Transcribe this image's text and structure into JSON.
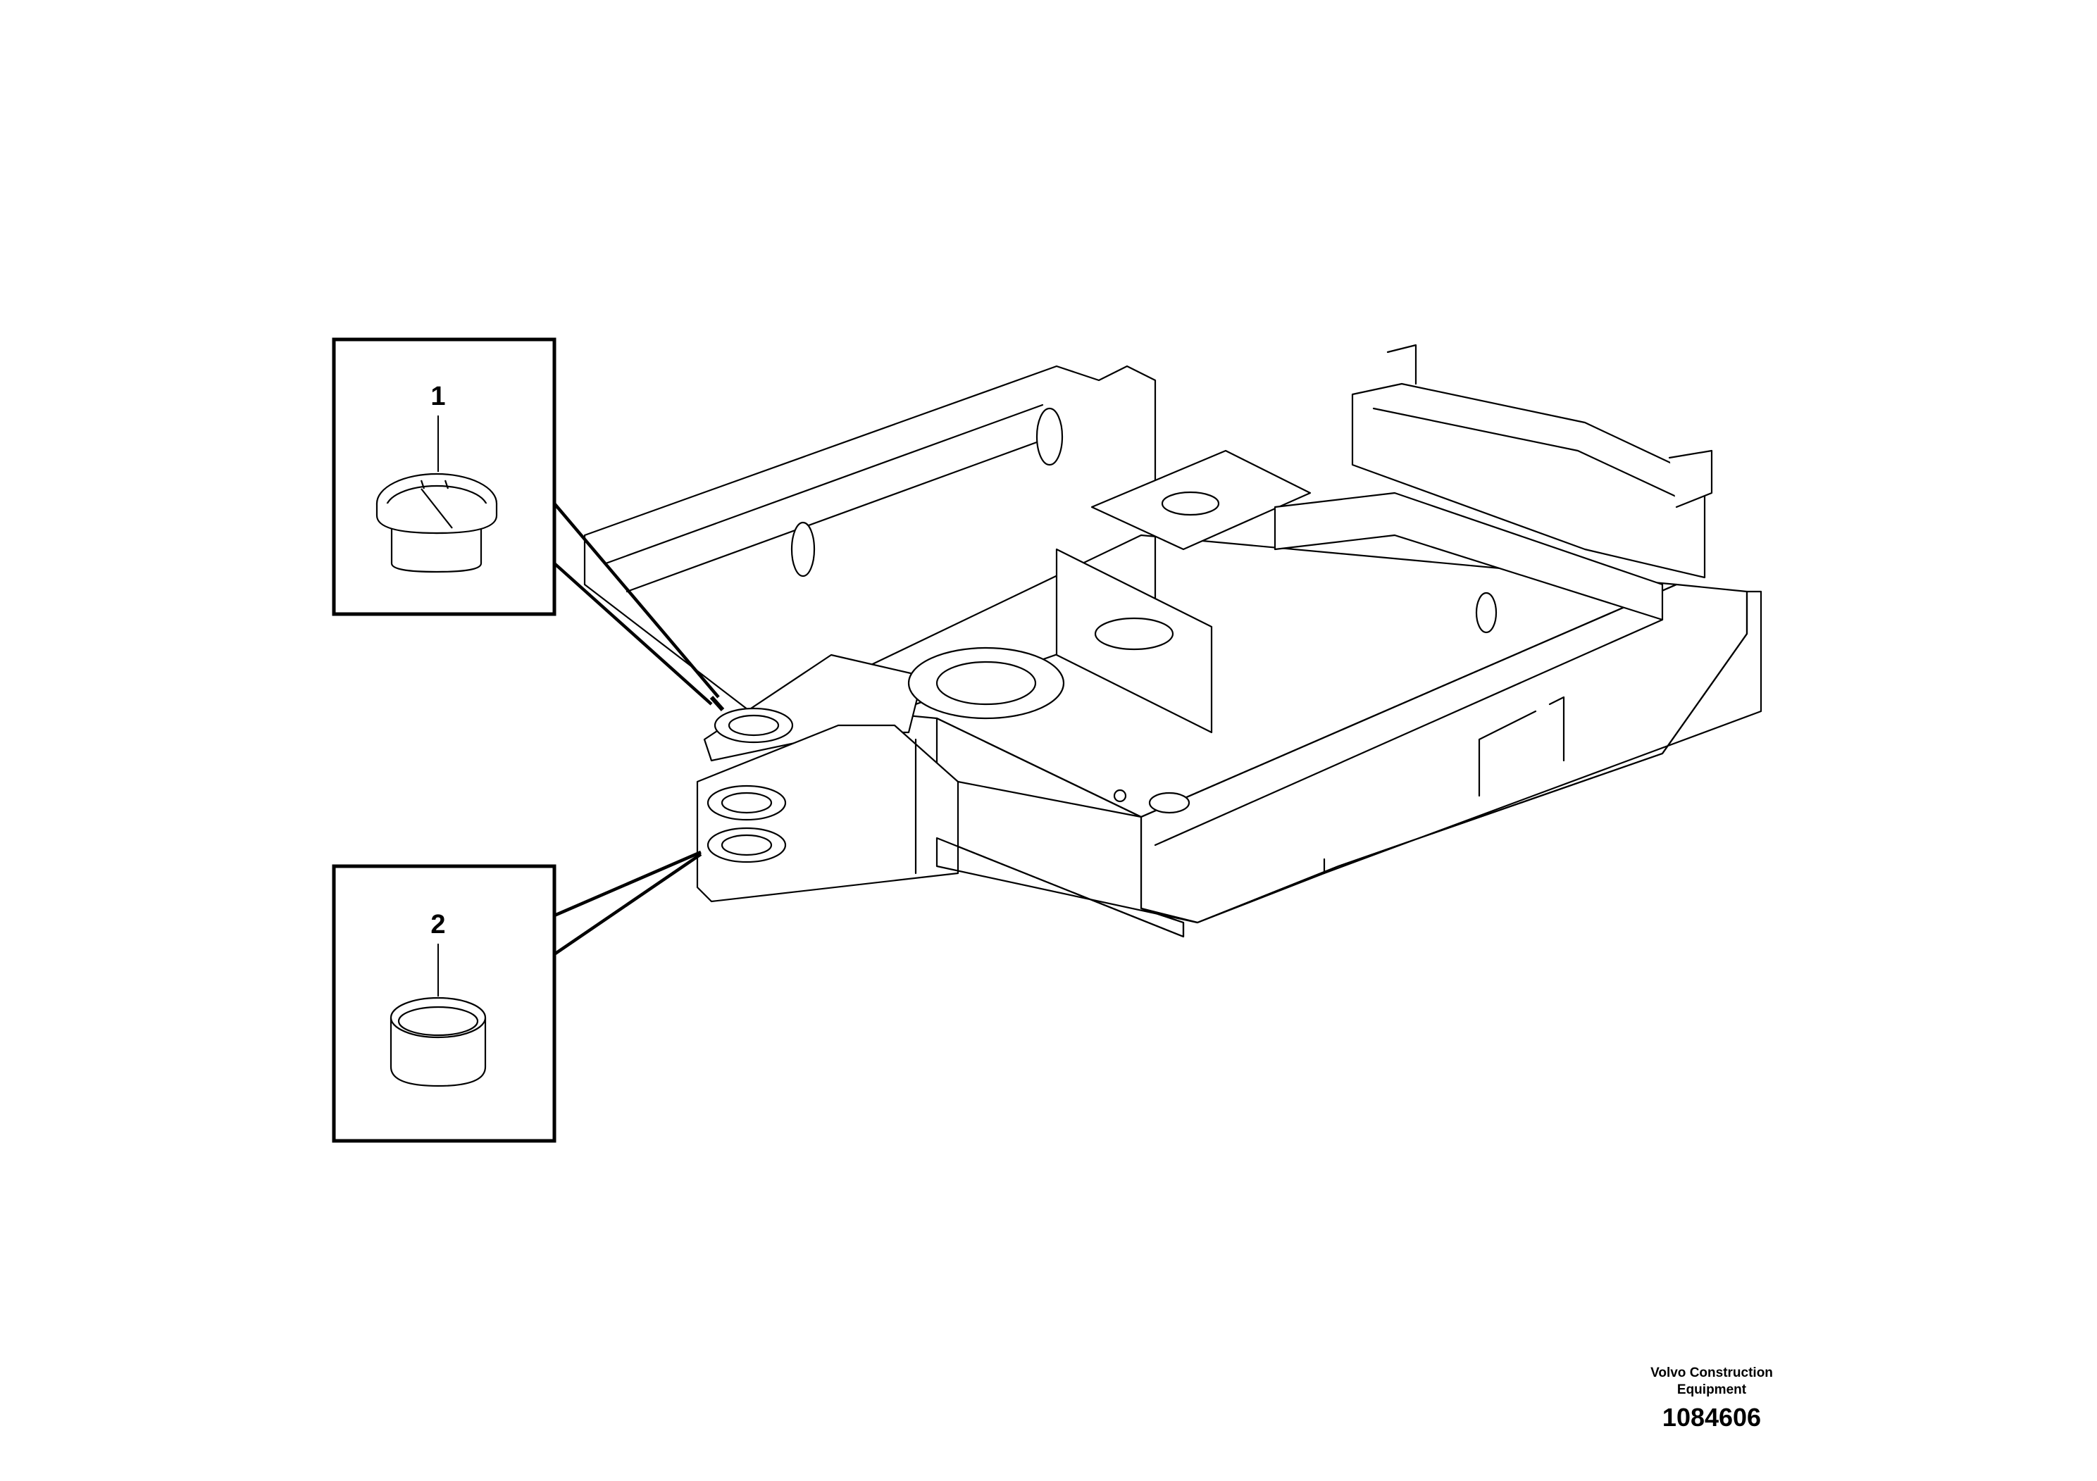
{
  "callouts": [
    {
      "id": "1",
      "part": "flanged bushing"
    },
    {
      "id": "2",
      "part": "bushing"
    }
  ],
  "footer": {
    "maker_line1": "Volvo Construction",
    "maker_line2": "Equipment",
    "drawing_number": "1084606"
  },
  "icons": [
    "upper-frame-drawing",
    "flanged-bushing-icon",
    "plain-bushing-icon"
  ]
}
